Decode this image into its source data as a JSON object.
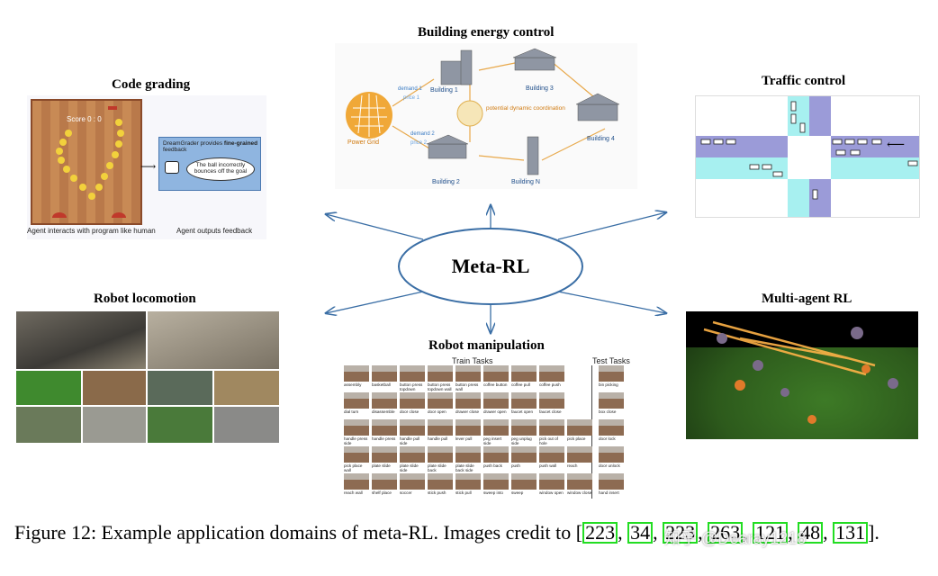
{
  "center": {
    "label": "Meta-RL"
  },
  "sections": {
    "building": {
      "title": "Building energy control",
      "labels": {
        "power_grid": "Power Grid",
        "b1": "Building 1",
        "b2": "Building 2",
        "b3": "Building 3",
        "b4": "Building 4",
        "bn": "Building N",
        "coord": "potential dynamic coordination",
        "demand1": "demand 1",
        "price1": "price 1",
        "demand2": "demand 2",
        "price2": "price 2"
      }
    },
    "code": {
      "title": "Code grading",
      "score": "Score 0 : 0",
      "grader_header_1": "DreamGrader provides ",
      "grader_header_bold": "fine-grained",
      "grader_header_2": " feedback",
      "bubble": "The ball incorrectly bounces off the goal",
      "left_caption": "Agent interacts with program like human",
      "right_caption": "Agent outputs feedback"
    },
    "traffic": {
      "title": "Traffic control"
    },
    "locomotion": {
      "title": "Robot locomotion"
    },
    "manipulation": {
      "title": "Robot manipulation",
      "train_header": "Train Tasks",
      "test_header": "Test Tasks",
      "rows": [
        [
          "assembly",
          "basketball",
          "button press topdown",
          "button press topdown wall",
          "button press wall",
          "coffee button",
          "coffee pull",
          "coffee push",
          "bin picking"
        ],
        [
          "dial turn",
          "disassemble",
          "door close",
          "door open",
          "drawer close",
          "drawer open",
          "faucet open",
          "faucet close",
          "box close"
        ],
        [
          "handle press side",
          "handle press",
          "handle pull side",
          "handle pull",
          "lever pull",
          "peg insert side",
          "peg unplug side",
          "pick out of hole",
          "pick place",
          "door lock"
        ],
        [
          "pick place wall",
          "plate slide",
          "plate slide side",
          "plate slide back",
          "plate slide back side",
          "push back",
          "push",
          "push wall",
          "reach",
          "door unlock"
        ],
        [
          "reach wall",
          "shelf place",
          "soccer",
          "stick push",
          "stick pull",
          "sweep into",
          "sweep",
          "window open",
          "window close",
          "hand insert"
        ]
      ]
    },
    "multiagent": {
      "title": "Multi-agent RL"
    }
  },
  "caption": {
    "text": "Figure 12: Example application domains of meta-RL. Images credit to ",
    "refs": [
      "223",
      "34",
      "223",
      "263",
      "121",
      "48",
      "131"
    ],
    "end": "]."
  },
  "watermark": "知乎 @Dearay1218",
  "colors": {
    "arrow": "#3a6ea5",
    "ellipse": "#3a6ea5",
    "cite_box": "#22dd22",
    "road": "#9b9bd8",
    "road_cyan": "#a7f0f0",
    "grass": "#2d6a1e"
  }
}
